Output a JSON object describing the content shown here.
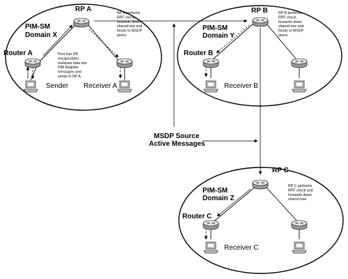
{
  "domains": {
    "x": {
      "title_line1": "PIM-SM",
      "title_line2": "Domain X",
      "rp_label": "RP A",
      "router_label": "Router A",
      "sender_label": "Sender",
      "receiver_label": "Receiver A",
      "rp_note": [
        "RP A performs",
        "RPF check,",
        "forwards down",
        "shared tree and",
        "floods to MSDP",
        "peers."
      ],
      "dr_note": [
        "First hop DR",
        "encapsulates",
        "multicast data into",
        "PIM Register",
        "messages and",
        "sends to RP A."
      ]
    },
    "y": {
      "title_line1": "PIM-SM",
      "title_line2": "Domain Y",
      "rp_label": "RP B",
      "router_label": "Router B",
      "receiver_label": "Receiver B",
      "rp_note": [
        "RP B performs",
        "RPF check,",
        "forwards down",
        "shared tree and",
        "floods to MSDP",
        "peers."
      ]
    },
    "z": {
      "title_line1": "PIM-SM",
      "title_line2": "Domain Z",
      "rp_label": "RP C",
      "router_label": "Router C",
      "receiver_label": "Receiver C",
      "rp_note": [
        "RP C performs",
        "RPF check and",
        "forwards down",
        "shared tree"
      ]
    }
  },
  "msdp_label": {
    "line1": "MSDP Source",
    "line2": "Active Messages"
  },
  "colors": {
    "line": "#000000",
    "router_top": "#e8e8e8",
    "router_side": "#9a9a9a",
    "host": "#cfcfcf"
  }
}
